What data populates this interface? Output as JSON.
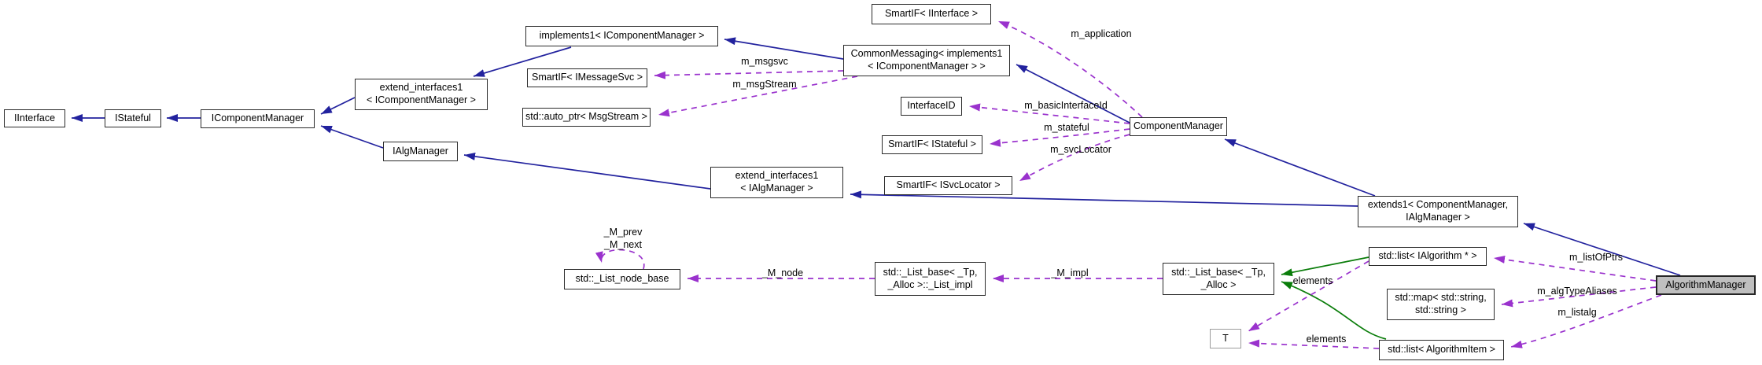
{
  "diagram": {
    "kind": "class-collaboration-graph",
    "colors": {
      "inheritance_edge": "#22229e",
      "usage_edge": "#9a32cd",
      "template_inheritance_edge": "#0a7d0a",
      "node_fill": "#ffffff",
      "node_border": "#2b2b2b",
      "highlight_node_fill": "#bfbfbf",
      "template_param_border": "#9c9c9c"
    },
    "nodes": {
      "iinterface": "IInterface",
      "istateful": "IStateful",
      "icomponentmanager": "IComponentManager",
      "extend_interfaces1_icm": "extend_interfaces1\n< IComponentManager >",
      "implements1_icm": "implements1< IComponentManager >",
      "smartif_imessagesvc": "SmartIF< IMessageSvc >",
      "auto_ptr_msgstream": "std::auto_ptr< MsgStream >",
      "ialgmanager": "IAlgManager",
      "commonmessaging": "CommonMessaging< implements1\n< IComponentManager > >",
      "smartif_iinterface": "SmartIF< IInterface >",
      "interfaceid": "InterfaceID",
      "smartif_istateful": "SmartIF< IStateful >",
      "smartif_isvclocator": "SmartIF< ISvcLocator >",
      "componentmanager": "ComponentManager",
      "extend_interfaces1_ialgm": "extend_interfaces1\n< IAlgManager >",
      "extends1": "extends1< ComponentManager,\nIAlgManager >",
      "list_node_base": "std::_List_node_base",
      "list_impl": "std::_List_base< _Tp,\n_Alloc >::_List_impl",
      "list_base": "std::_List_base< _Tp,\n_Alloc >",
      "list_ialgorithm": "std::list< IAlgorithm * >",
      "map_string_string": "std::map< std::string,\nstd::string >",
      "t_param": "T",
      "list_algorithmitem": "std::list< AlgorithmItem >",
      "algorithmmanager": "AlgorithmManager"
    },
    "edge_labels": {
      "m_application": "m_application",
      "m_msgsvc": "m_msgsvc",
      "m_msgStream": "m_msgStream",
      "m_basicInterfaceId": "m_basicInterfaceId",
      "m_stateful": "m_stateful",
      "m_svcLocator": "m_svcLocator",
      "m_prev_next": "_M_prev\n_M_next",
      "m_node": "_M_node",
      "m_impl": "_M_impl",
      "elements_upper": "elements",
      "elements_lower": "elements",
      "m_listOfPtrs": "m_listOfPtrs",
      "m_algTypeAliases": "m_algTypeAliases",
      "m_listalg": "m_listalg"
    }
  }
}
